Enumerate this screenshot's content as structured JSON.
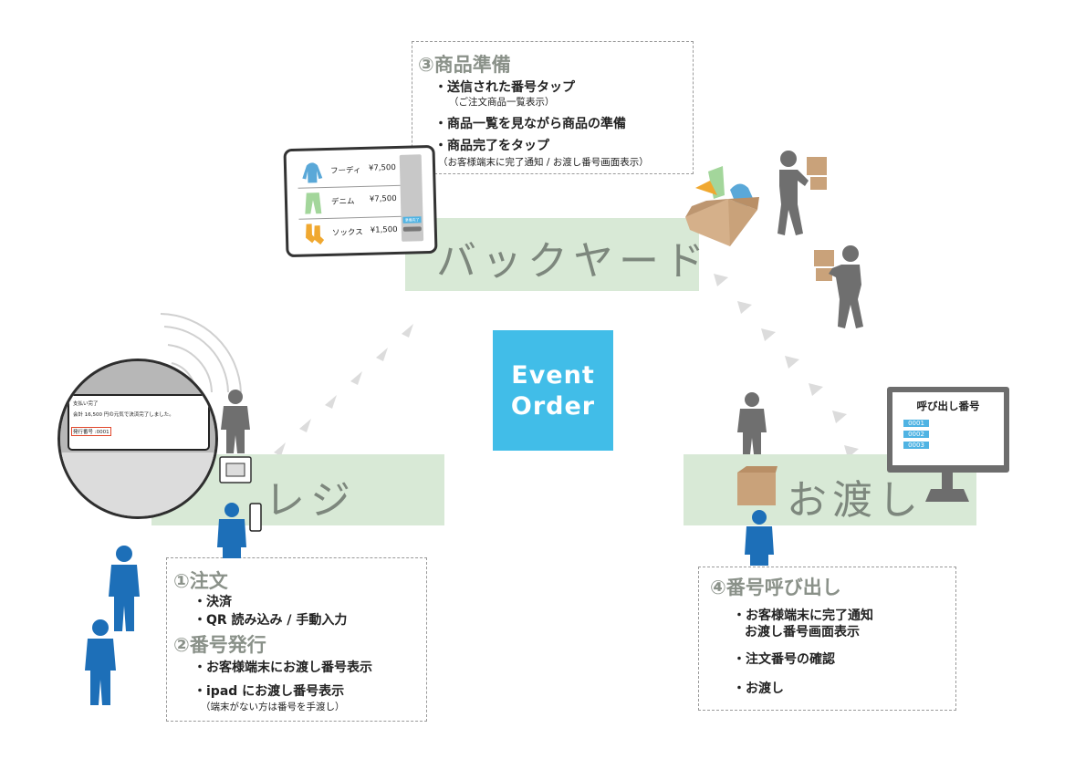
{
  "center": {
    "line1": "Event",
    "line2": "Order"
  },
  "zones": {
    "backyard": "バックヤード",
    "register": "レジ",
    "handover": "お渡し"
  },
  "step1": {
    "title": "①注文",
    "bullets": [
      "・決済",
      "・QR 読み込み / 手動入力"
    ]
  },
  "step2": {
    "title": "②番号発行",
    "bullets": [
      "・お客様端末にお渡し番号表示",
      "・ipad にお渡し番号表示"
    ],
    "note": "（端末がない方は番号を手渡し）"
  },
  "step3": {
    "title": "③商品準備",
    "bullets": [
      "・送信された番号タップ",
      "・商品一覧を見ながら商品の準備",
      "・商品完了をタップ"
    ],
    "notes": [
      "（ご注文商品一覧表示）",
      "（お客様端末に完了通知 / お渡し番号画面表示）"
    ]
  },
  "step4": {
    "title": "④番号呼び出し",
    "bullets": [
      "・お客様端末に完了通知",
      "お渡し番号画面表示",
      "・注文番号の確認",
      "・お渡し"
    ]
  },
  "tablet": {
    "items": [
      {
        "name": "フーディ",
        "price": "¥7,500"
      },
      {
        "name": "デニム",
        "price": "¥7,500"
      },
      {
        "name": "ソックス",
        "price": "¥1,500"
      }
    ],
    "button": "準備完了"
  },
  "monitor": {
    "title": "呼び出し番号",
    "numbers": [
      "0001",
      "0002",
      "0003"
    ]
  },
  "receipt": {
    "line1": "支払い完了",
    "line2": "会計 16,500 円の元気で決済完了しました。",
    "line3": "発行番号 :0001"
  },
  "colors": {
    "zone": "#d8e9d6",
    "center": "#41bde8",
    "customer": "#1d6fb8",
    "staff": "#6f6f6f",
    "box": "#c9a27a"
  }
}
